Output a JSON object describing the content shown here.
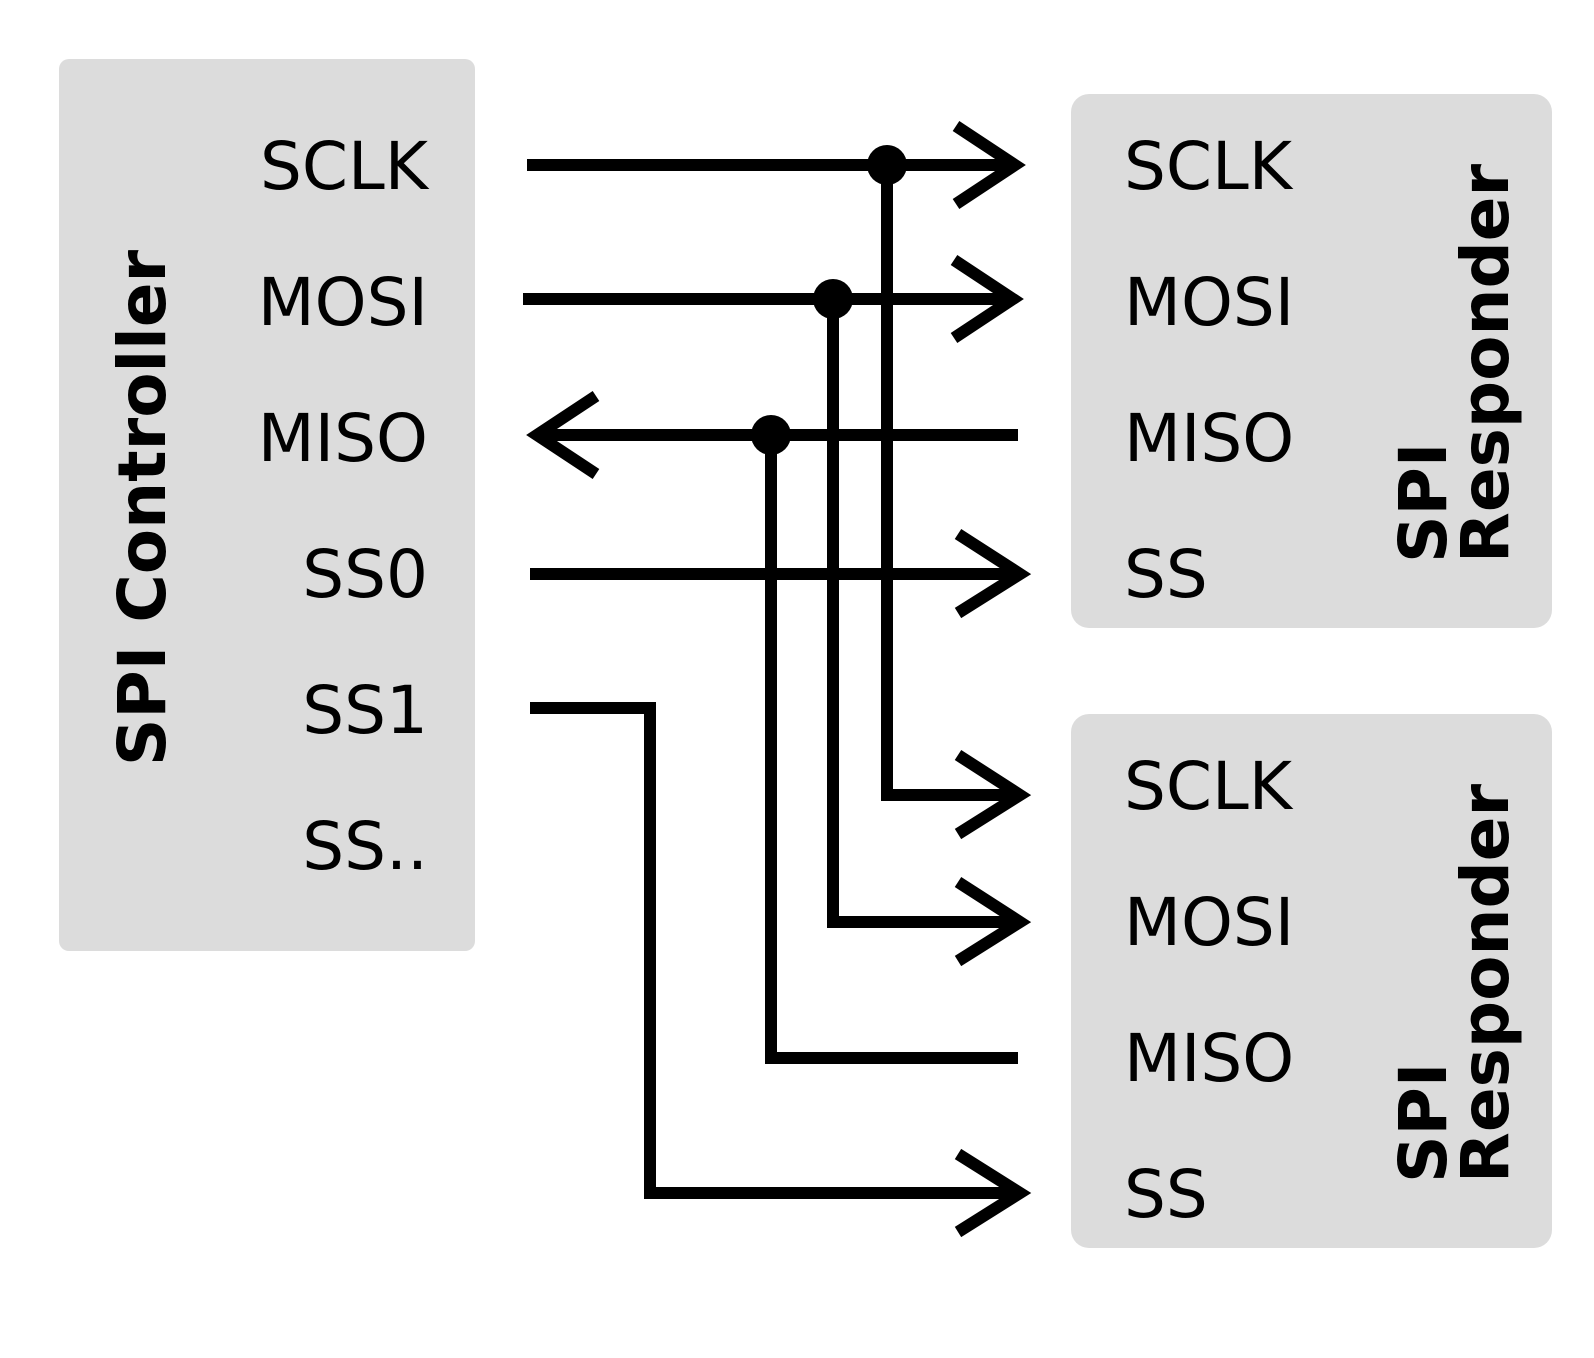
{
  "controller": {
    "title": "SPI Controller",
    "pins": [
      "SCLK",
      "MOSI",
      "MISO",
      "SS0",
      "SS1",
      "SS.."
    ]
  },
  "responders": [
    {
      "title_line1": "SPI",
      "title_line2": "Responder",
      "pins": [
        "SCLK",
        "MOSI",
        "MISO",
        "SS"
      ]
    },
    {
      "title_line1": "SPI",
      "title_line2": "Responder",
      "pins": [
        "SCLK",
        "MOSI",
        "MISO",
        "SS"
      ]
    }
  ],
  "colors": {
    "box": "#dcdcdc",
    "wire": "#000000"
  }
}
